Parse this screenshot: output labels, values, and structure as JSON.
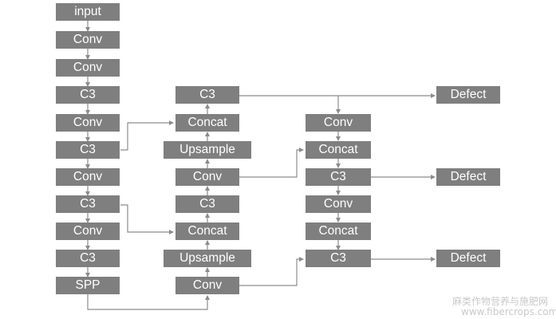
{
  "backbone": {
    "input": "input",
    "conv1": "Conv",
    "conv2": "Conv",
    "c3_1": "C3",
    "conv3": "Conv",
    "c3_2": "C3",
    "conv4": "Conv",
    "c3_3": "C3",
    "conv5": "Conv",
    "c3_4": "C3",
    "spp": "SPP"
  },
  "neck": {
    "c3_top": "C3",
    "concat1": "Concat",
    "upsample1": "Upsample",
    "conv1": "Conv",
    "c3_mid": "C3",
    "concat2": "Concat",
    "upsample2": "Upsample",
    "conv2": "Conv"
  },
  "head": {
    "conv1": "Conv",
    "concat1": "Concat",
    "c3_1": "C3",
    "conv2": "Conv",
    "concat2": "Concat",
    "c3_2": "C3"
  },
  "outputs": {
    "defect1": "Defect",
    "defect2": "Defect",
    "defect3": "Defect"
  },
  "watermark": {
    "line1": "麻类作物营养与施肥网",
    "line2": "www.fibercrops.com"
  },
  "colors": {
    "node_fill": "#7f7f7f",
    "node_text": "#ffffff",
    "arrow": "#8c8c8c",
    "background": "#ffffff"
  }
}
